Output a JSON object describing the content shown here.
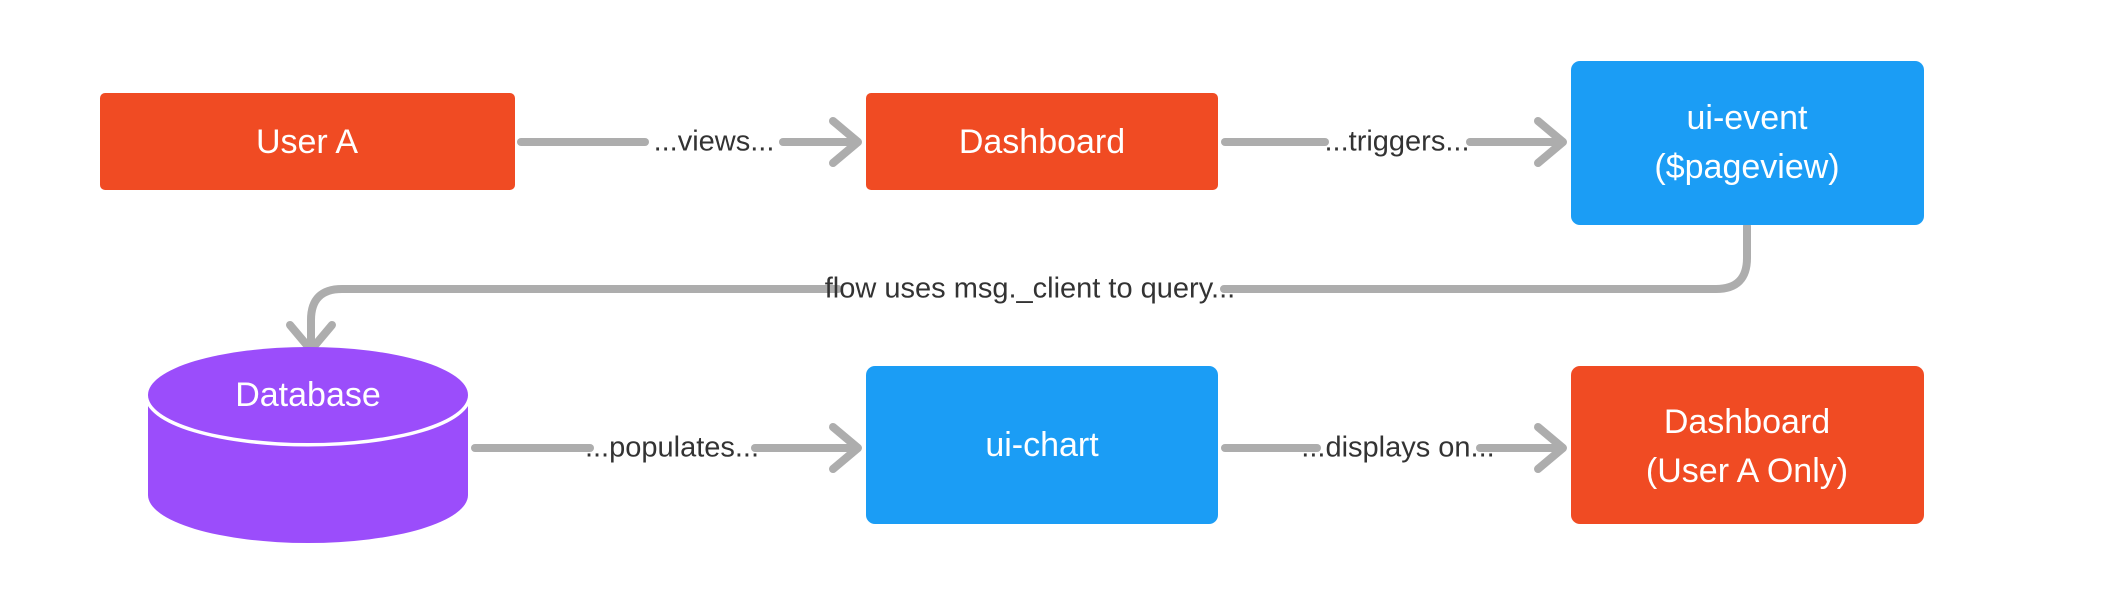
{
  "diagram": {
    "background_color": "#ffffff",
    "edge_color": "#adadad",
    "edge_label_color": "#333333",
    "node_text_color": "#ffffff",
    "palette": {
      "orange": "#f04b23",
      "blue": "#1b9df5",
      "purple": "#9b4dfb"
    },
    "nodes": [
      {
        "id": "user-a",
        "shape": "rect",
        "color": "#f04b23",
        "lines": [
          "User A"
        ]
      },
      {
        "id": "dashboard-top",
        "shape": "rect",
        "color": "#f04b23",
        "lines": [
          "Dashboard"
        ]
      },
      {
        "id": "ui-event",
        "shape": "rect",
        "color": "#1b9df5",
        "lines": [
          "ui-event",
          "($pageview)"
        ]
      },
      {
        "id": "database",
        "shape": "cylinder",
        "color": "#9b4dfb",
        "lines": [
          "Database"
        ]
      },
      {
        "id": "ui-chart",
        "shape": "rect",
        "color": "#1b9df5",
        "lines": [
          "ui-chart"
        ]
      },
      {
        "id": "dashboard-bottom",
        "shape": "rect",
        "color": "#f04b23",
        "lines": [
          "Dashboard",
          "(User A Only)"
        ]
      }
    ],
    "edges": [
      {
        "id": "views",
        "from": "user-a",
        "to": "dashboard-top",
        "label": "...views..."
      },
      {
        "id": "triggers",
        "from": "dashboard-top",
        "to": "ui-event",
        "label": "...triggers..."
      },
      {
        "id": "query",
        "from": "ui-event",
        "to": "database",
        "label": "flow uses msg._client to query..."
      },
      {
        "id": "populates",
        "from": "database",
        "to": "ui-chart",
        "label": "...populates..."
      },
      {
        "id": "displays-on",
        "from": "ui-chart",
        "to": "dashboard-bottom",
        "label": "...displays on..."
      }
    ]
  }
}
